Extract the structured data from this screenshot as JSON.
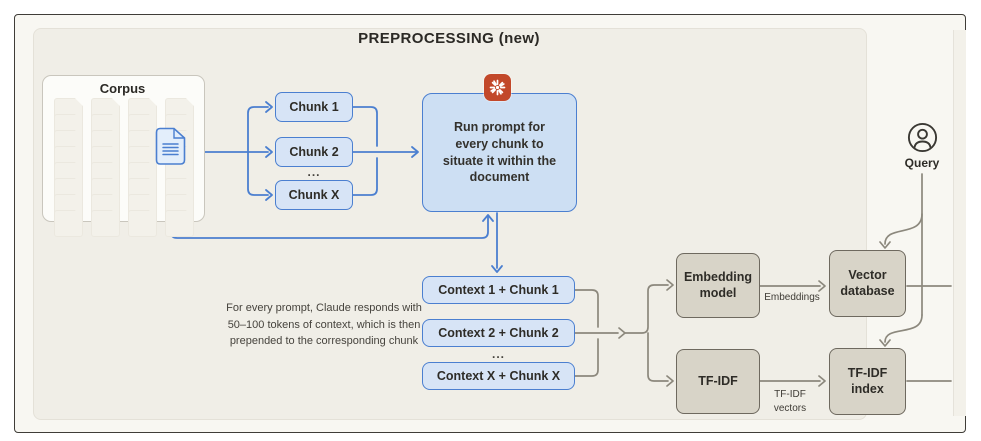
{
  "title": "PREPROCESSING (new)",
  "corpus": {
    "label": "Corpus"
  },
  "chunks": {
    "items": [
      "Chunk 1",
      "Chunk 2",
      "Chunk X"
    ],
    "ellipsis": "..."
  },
  "prompt_box": {
    "text": "Run prompt for every chunk to situate it within the document",
    "icon": "claude-spark-icon"
  },
  "note": "For every prompt, Claude responds with 50–100 tokens of context, which is then prepended to the corresponding chunk",
  "contexts": {
    "items": [
      "Context 1 + Chunk 1",
      "Context 2 + Chunk 2",
      "Context X + Chunk X"
    ],
    "ellipsis": "..."
  },
  "processors": {
    "embedding_model": "Embedding model",
    "tfidf": "TF-IDF"
  },
  "edge_labels": {
    "embeddings": "Embeddings",
    "tfidf_vectors": "TF-IDF vectors"
  },
  "stores": {
    "vector_database": "Vector database",
    "tfidf_index": "TF-IDF index"
  },
  "query": {
    "label": "Query",
    "icon": "user-icon"
  },
  "colors": {
    "blue": "#4b7fd0",
    "blue_fill": "#d7e4f6",
    "prompt_fill": "#cddff3",
    "gray_fill": "#d8d4c8",
    "gray_border": "#6e695f",
    "arrow_gray": "#8c887d",
    "claude_orange": "#c2482a",
    "panel_bg": "#f0eee7"
  }
}
